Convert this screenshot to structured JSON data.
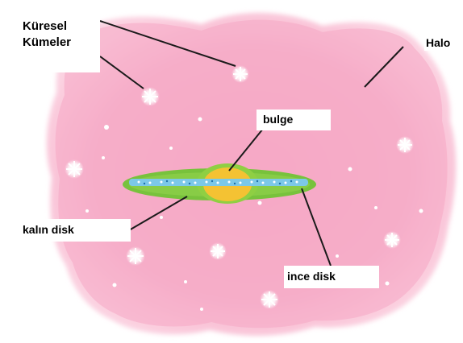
{
  "labels": {
    "globular_clusters_line1": "Küresel",
    "globular_clusters_line2": "Kümeler",
    "halo": "Halo",
    "bulge": "bulge",
    "thick_disk": "kalın disk",
    "thin_disk": "ince disk"
  },
  "colors": {
    "halo_fill": "#f7b6cf",
    "halo_edge": "#fbd4e3",
    "thick_disk": "#7ec43f",
    "bulge": "#f4c233",
    "thin_disk": "#6fc6e8",
    "star": "#ffffff",
    "leader_line": "#1a1a1a"
  }
}
